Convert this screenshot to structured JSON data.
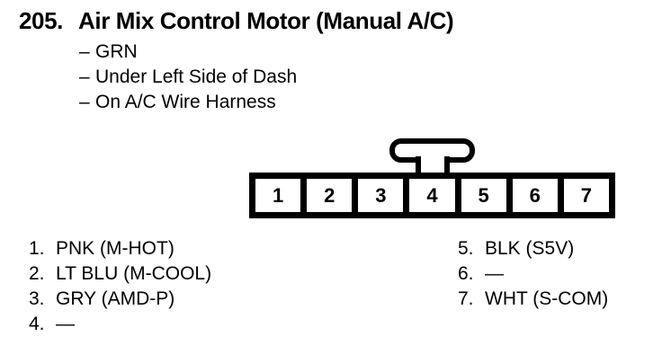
{
  "header": {
    "item_number": "205.",
    "title": "Air Mix Control Motor (Manual A/C)",
    "details": [
      {
        "bullet": "–",
        "text": "GRN"
      },
      {
        "bullet": "–",
        "text": "Under Left Side of Dash"
      },
      {
        "bullet": "–",
        "text": "On A/C Wire Harness"
      }
    ]
  },
  "connector": {
    "pins": [
      "1",
      "2",
      "3",
      "4",
      "5",
      "6",
      "7"
    ]
  },
  "pinout": {
    "left_column": [
      {
        "num": "1.",
        "label": "PNK (M-HOT)"
      },
      {
        "num": "2.",
        "label": "LT BLU (M-COOL)"
      },
      {
        "num": "3.",
        "label": "GRY (AMD-P)"
      },
      {
        "num": "4.",
        "label": "—"
      }
    ],
    "right_column": [
      {
        "num": "5.",
        "label": "BLK (S5V)"
      },
      {
        "num": "6.",
        "label": "—"
      },
      {
        "num": "7.",
        "label": "WHT (S-COM)"
      }
    ]
  },
  "colors": {
    "ink": "#000000",
    "paper": "#ffffff"
  }
}
